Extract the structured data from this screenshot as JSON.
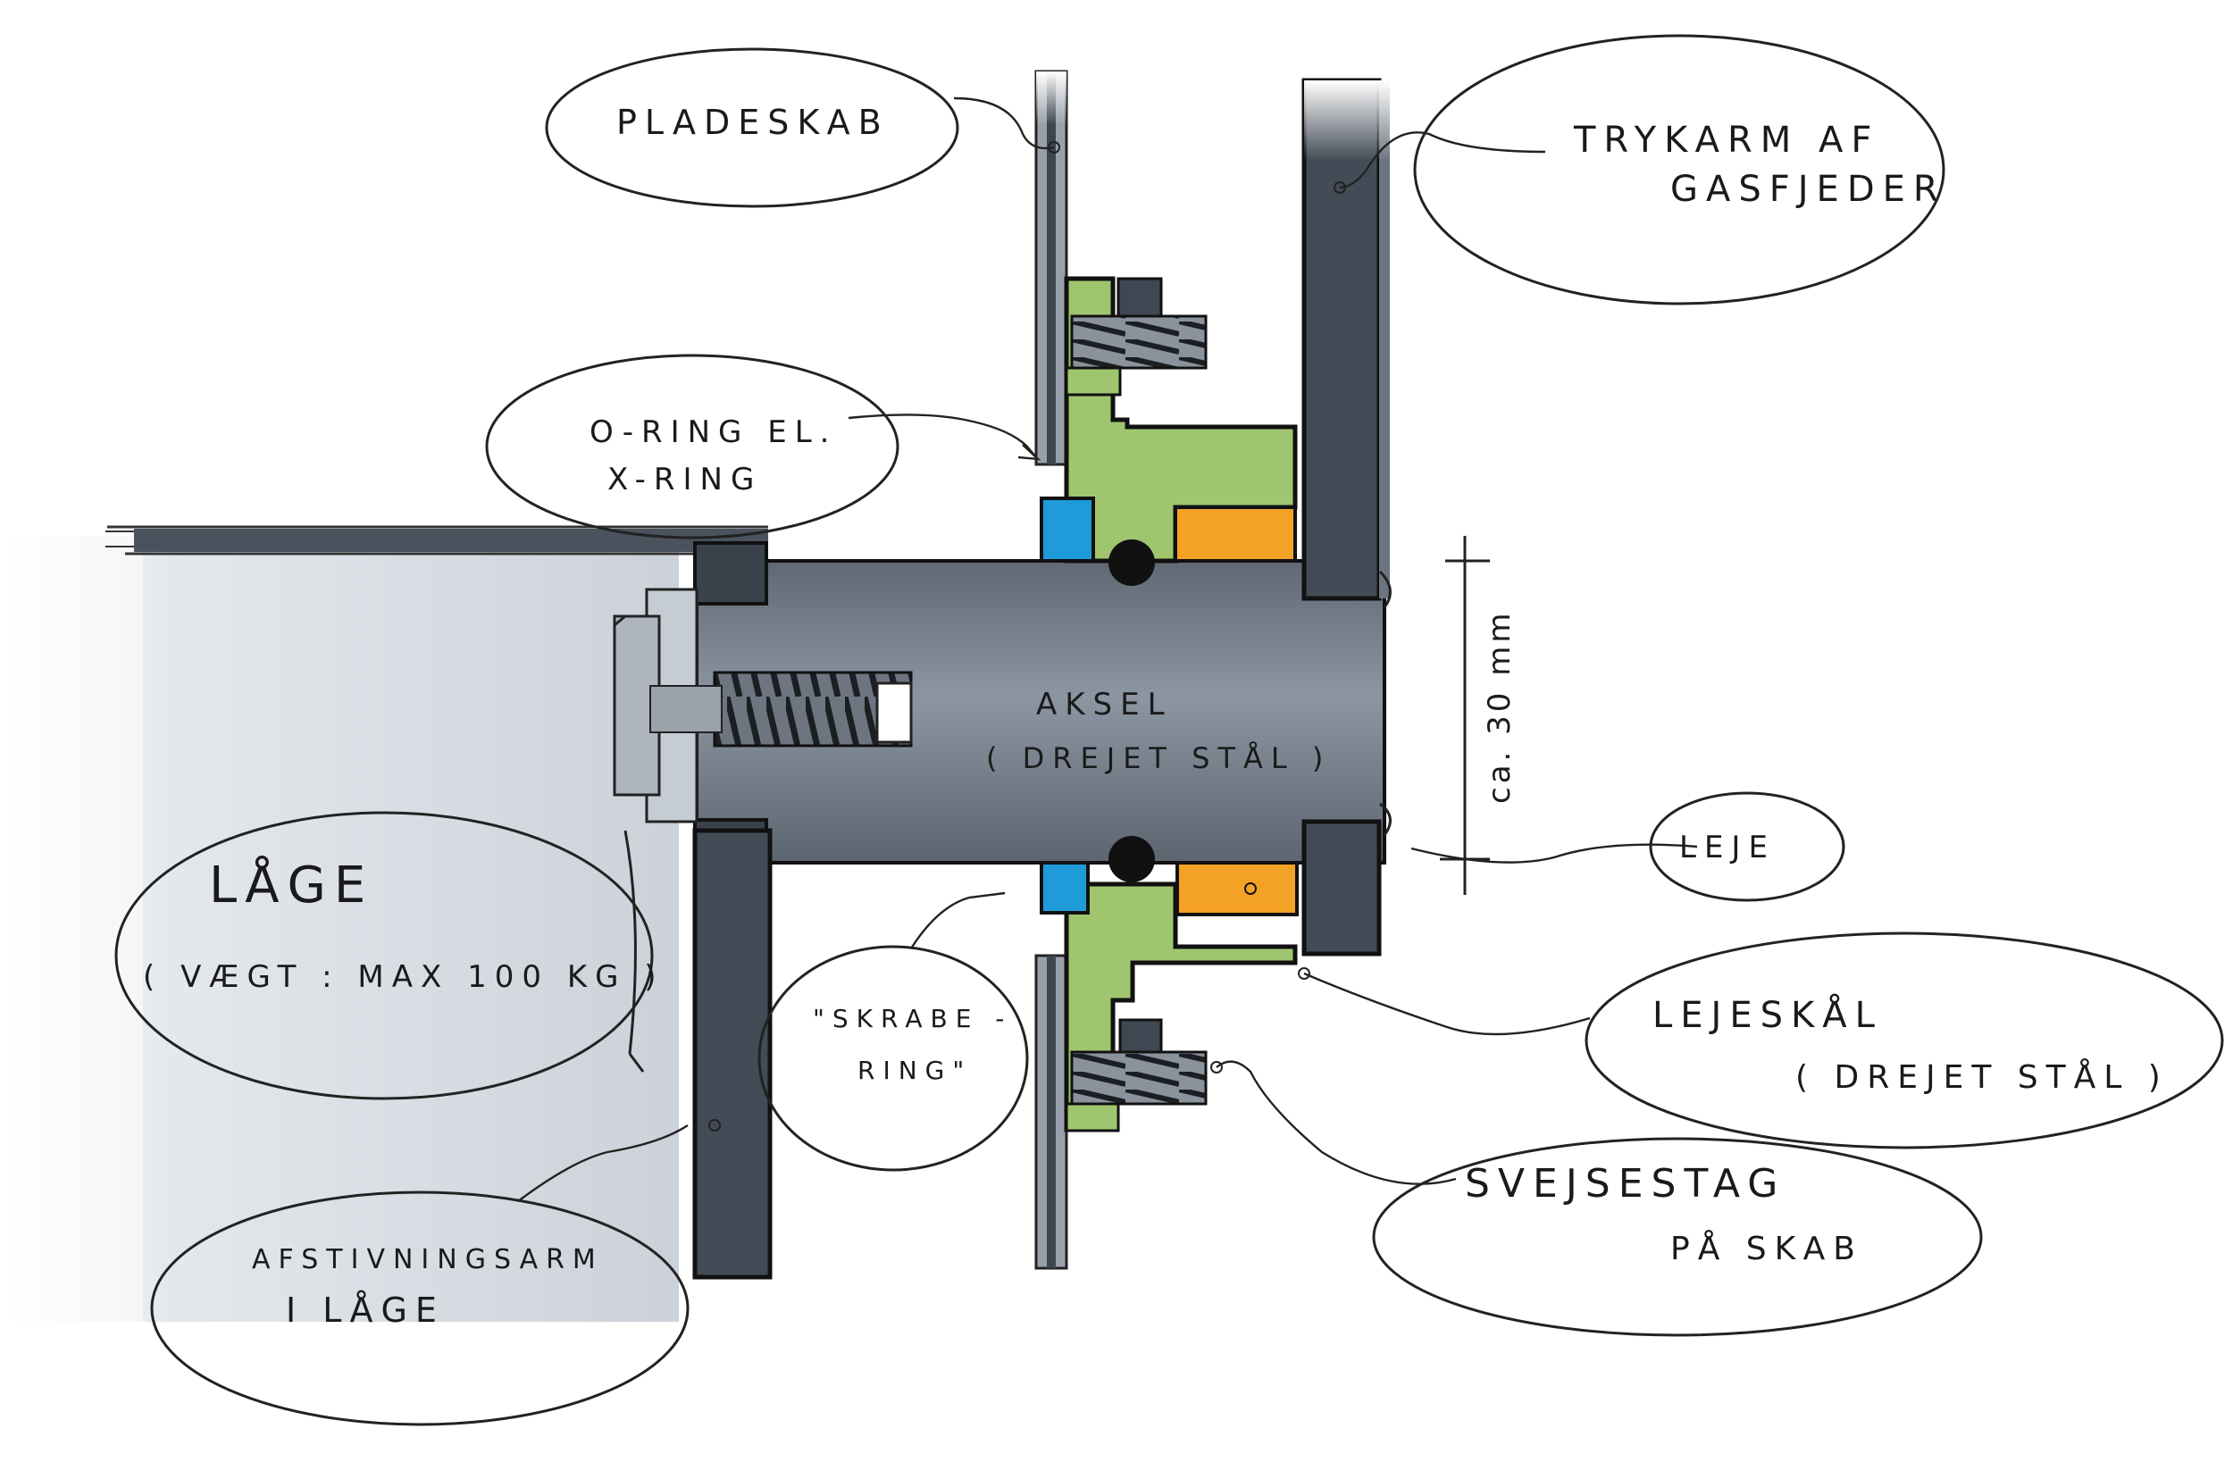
{
  "labels": {
    "pladeskab": "PLADESKAB",
    "trykarm_line1": "TRYKARM AF",
    "trykarm_line2": "GASFJEDER",
    "oring_line1": "O-RING EL.",
    "oring_line2": "X-RING",
    "aksel_line1": "AKSEL",
    "aksel_line2": "( DREJET STÅL )",
    "dimension": "ca. 30 mm",
    "laage": "LÅGE",
    "laage_weight": "( VÆGT : MAX 100 KG )",
    "leje": "LEJE",
    "skrabering_line1": "\"SKRABE -",
    "skrabering_line2": "RING\"",
    "lejeskaal_line1": "LEJESKÅL",
    "lejeskaal_line2": "( DREJET STÅL )",
    "svejsestag_line1": "SVEJSESTAG",
    "svejsestag_line2": "PÅ SKAB",
    "afstivning_line1": "AFSTIVNINGSARM",
    "afstivning_line2": "I LÅGE"
  },
  "colors": {
    "dark_steel": "#3f4852",
    "shaft_grey": "#77818d",
    "light_grey": "#d6dbe2",
    "bearing_green": "#9fc66f",
    "bearing_orange": "#f4a225",
    "seal_blue": "#1e9bd8",
    "ink": "#1a1a1a"
  }
}
